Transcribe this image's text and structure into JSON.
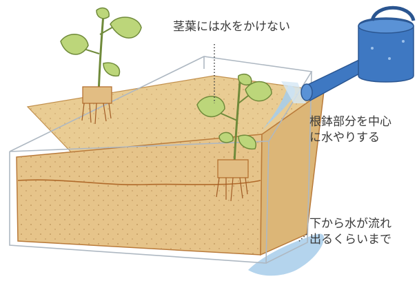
{
  "annotations": {
    "no_water_on_leaves": "茎葉には水をかけない",
    "water_root_ball": [
      "根鉢部分を中心",
      "に水やりする"
    ],
    "until_drains": [
      "下から水が流れ",
      "出るくらいまで"
    ]
  },
  "colors": {
    "soil": "#e6c48a",
    "soil_edge": "#b97a3a",
    "glass": "#b8c2cc",
    "leaf": "#bcd67a",
    "leaf_edge": "#6f8a3a",
    "watering_can": "#3e78c2",
    "water": "#a7cdea"
  },
  "icons": {
    "watering_can": "watering-can-icon",
    "seedling": "seedling-icon"
  }
}
